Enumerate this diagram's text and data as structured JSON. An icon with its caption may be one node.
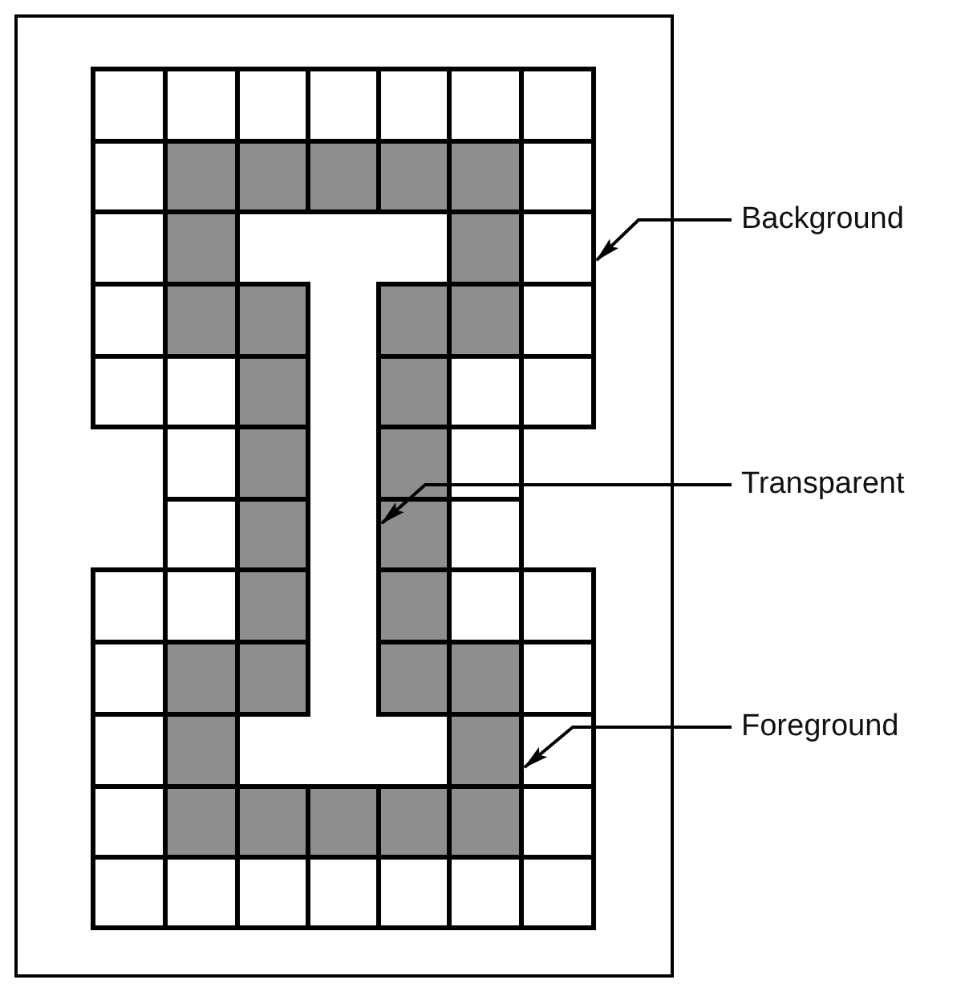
{
  "diagram": {
    "nodes": [
      {
        "text": [
          "Background"
        ]
      },
      {
        "text": [
          "Transparent"
        ]
      },
      {
        "text": [
          "Foreground"
        ]
      },
      {
        "text": [],
        "shape": "box"
      },
      {
        "text": [],
        "shape": "box"
      }
    ],
    "edges": [
      {
        "from": 0,
        "to": 3,
        "arrow": "to"
      },
      {
        "from": 1,
        "to": null,
        "arrow": "to"
      },
      {
        "from": 2,
        "to": 4,
        "arrow": "to"
      }
    ]
  }
}
